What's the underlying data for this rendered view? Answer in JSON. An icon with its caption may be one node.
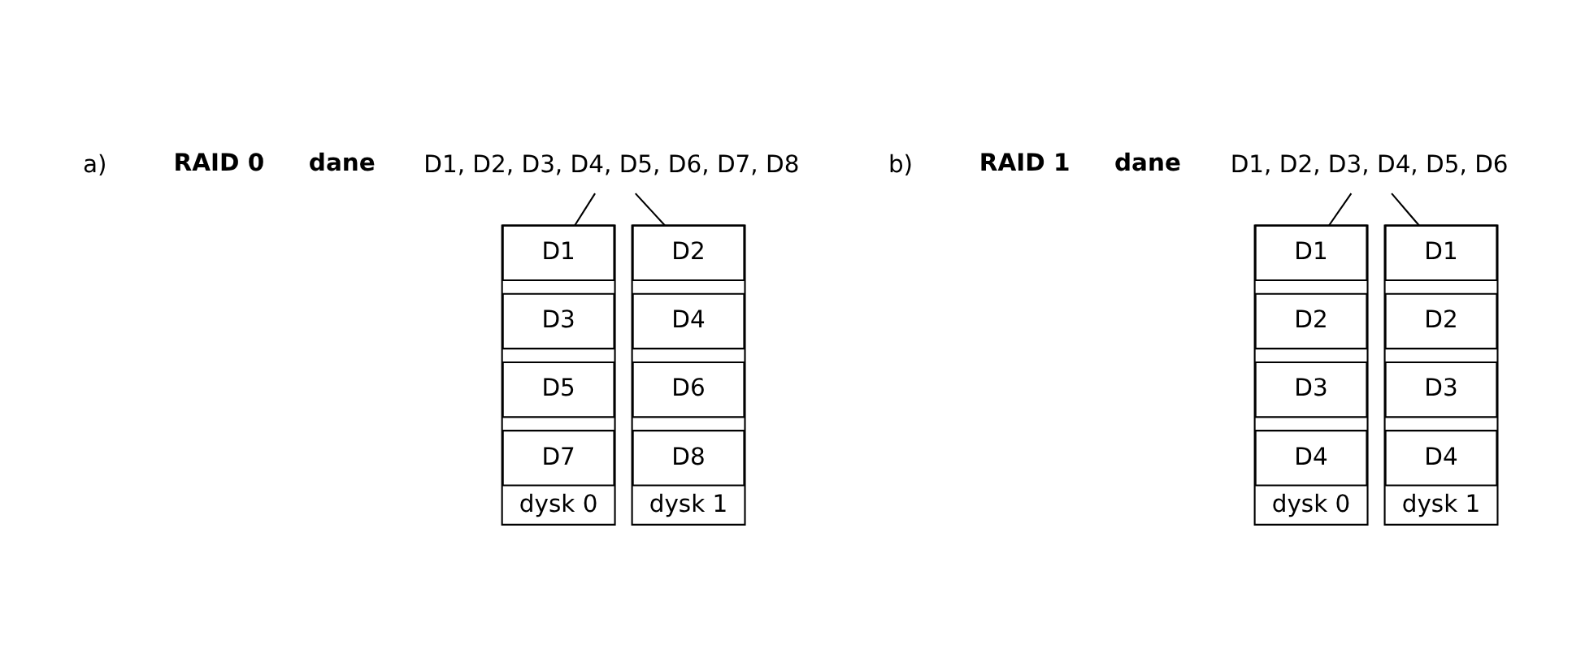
{
  "diagram": {
    "nodes": [
      {
        "text": [
          "D1, D2, D3, D4, D5, D6, D7, D8"
        ]
      },
      {
        "text": [],
        "shape": "box",
        "beside": [
          "dysk 0"
        ]
      },
      {
        "text": [
          "D1"
        ],
        "in": 1
      },
      {
        "text": [
          "D3"
        ],
        "in": 1
      },
      {
        "text": [
          "D5"
        ],
        "in": 1
      },
      {
        "text": [
          "D7"
        ],
        "in": 1
      },
      {
        "text": [],
        "shape": "box",
        "beside": [
          "dysk 1"
        ]
      },
      {
        "text": [
          "D2"
        ],
        "in": 6
      },
      {
        "text": [
          "D4"
        ],
        "in": 6
      },
      {
        "text": [
          "D6"
        ],
        "in": 6
      },
      {
        "text": [
          "D8"
        ],
        "in": 6
      },
      {
        "text": [
          "D1, D2, D3, D4, D5, D6"
        ]
      },
      {
        "text": [],
        "shape": "box",
        "beside": [
          "dysk 0"
        ]
      },
      {
        "text": [
          "D1"
        ],
        "in": 12
      },
      {
        "text": [
          "D2"
        ],
        "in": 12
      },
      {
        "text": [
          "D3"
        ],
        "in": 12
      },
      {
        "text": [
          "D4"
        ],
        "in": 12
      },
      {
        "text": [],
        "shape": "box",
        "beside": [
          "dysk 1"
        ]
      },
      {
        "text": [
          "D1"
        ],
        "in": 17
      },
      {
        "text": [
          "D2"
        ],
        "in": 17
      },
      {
        "text": [
          "D3"
        ],
        "in": 17
      },
      {
        "text": [
          "D4"
        ],
        "in": 17
      }
    ],
    "edges": [
      {
        "from": 0,
        "to": 1,
        "arrow": "none"
      },
      {
        "from": 0,
        "to": 6,
        "arrow": "none"
      },
      {
        "from": 11,
        "to": 12,
        "arrow": "none"
      },
      {
        "from": 11,
        "to": 17,
        "arrow": "none"
      }
    ],
    "labels": [
      "a)",
      "RAID 0",
      "dane",
      "b)",
      "RAID 1",
      "dane"
    ]
  }
}
